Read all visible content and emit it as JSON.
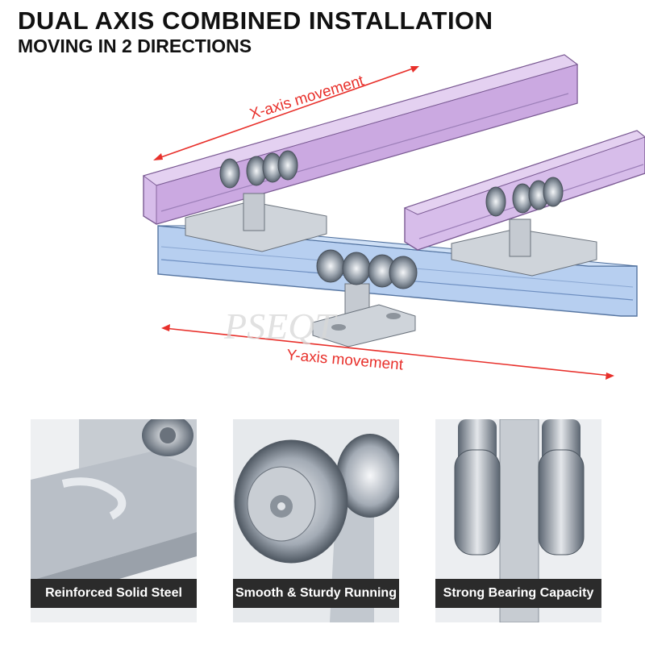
{
  "header": {
    "title": "DUAL AXIS COMBINED INSTALLATION",
    "subtitle": "MOVING IN 2 DIRECTIONS"
  },
  "diagram": {
    "x_axis_label": "X-axis movement",
    "y_axis_label": "Y-axis movement",
    "watermark": "PSEQT"
  },
  "features": [
    {
      "caption": "Reinforced Solid Steel"
    },
    {
      "caption": "Smooth & Sturdy Running"
    },
    {
      "caption": "Strong Bearing Capacity"
    }
  ],
  "colors": {
    "arrow_red": "#e8302b",
    "rail_purple": "#c9a6e0",
    "rail_blue": "#b4cdf0",
    "caption_bg": "#2b2b2b",
    "steel": "#b8bec6"
  }
}
